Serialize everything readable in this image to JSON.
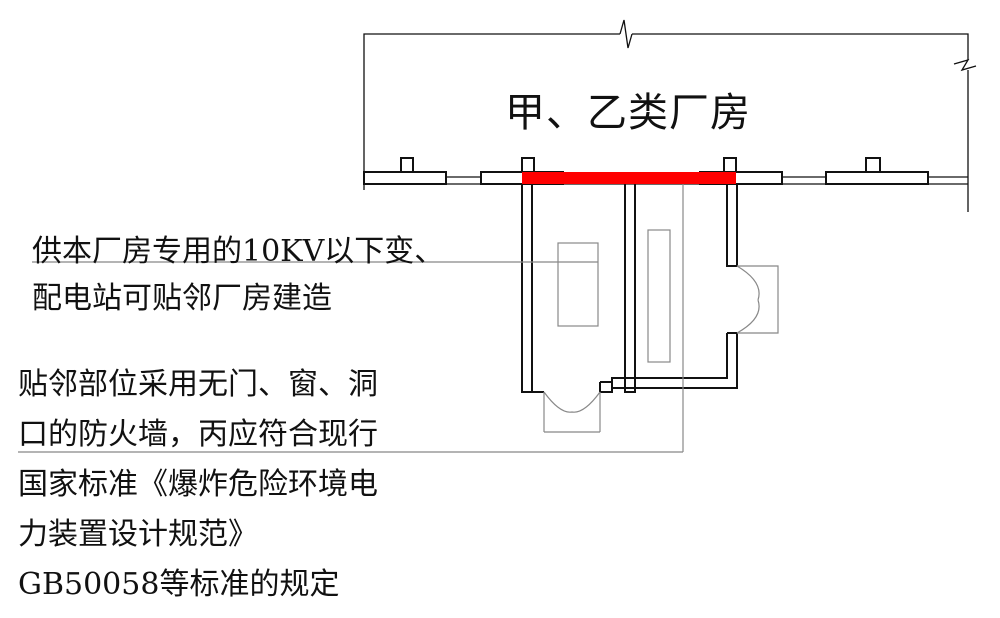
{
  "building": {
    "title": "甲、乙类厂房"
  },
  "annotations": {
    "substation_note": [
      "供本厂房专用的10KV以下变、",
      "配电站可贴邻厂房建造"
    ],
    "firewall_note": [
      "贴邻部位采用无门、窗、洞",
      "口的防火墙，丙应符合现行",
      "国家标准《爆炸危险环境电",
      "力装置设计规范》",
      "GB50058等标准的规定"
    ]
  },
  "colors": {
    "line": "#111111",
    "thin_line": "#888888",
    "firewall_highlight": "#ff0000"
  }
}
